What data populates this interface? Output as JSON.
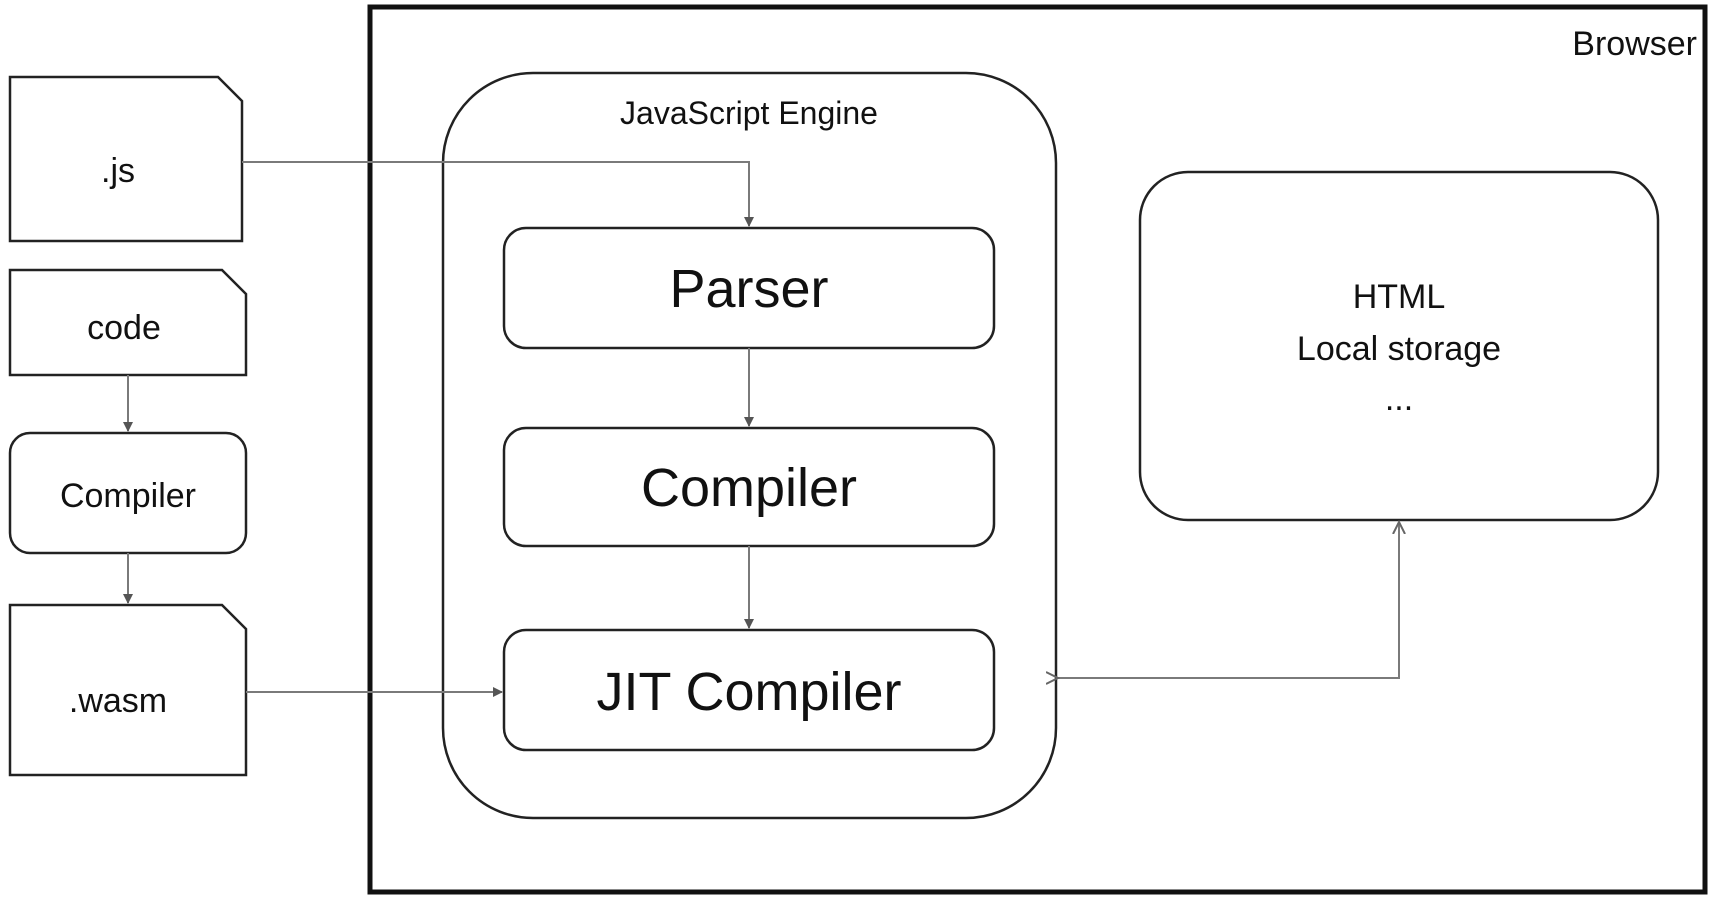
{
  "browser": {
    "label": "Browser"
  },
  "engine": {
    "label": "JavaScript Engine",
    "stages": [
      "Parser",
      "Compiler",
      "JIT Compiler"
    ]
  },
  "inputs": {
    "js": ".js",
    "code": "code",
    "compiler": "Compiler",
    "wasm": ".wasm"
  },
  "apis": {
    "line1": "HTML",
    "line2": "Local storage",
    "line3": "..."
  },
  "colors": {
    "line": "#7a7a7a",
    "stroke": "#222222",
    "background": "#ffffff"
  }
}
